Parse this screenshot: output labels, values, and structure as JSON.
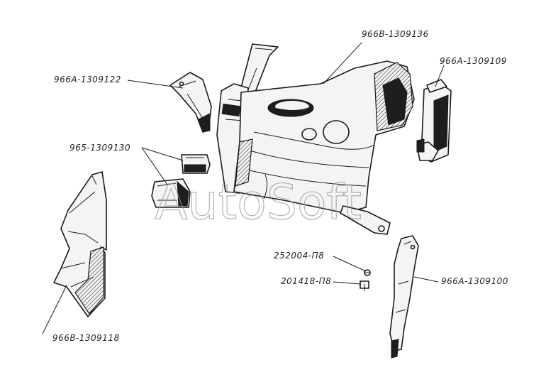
{
  "labels": {
    "panel_main": "966B-1309136",
    "bracket_left_top": "966A-1309122",
    "bracket_right_top": "966A-1309109",
    "bracket_pair": "965-1309130",
    "cover_left": "966B-1309118",
    "bolt": "252004-П8",
    "washer": "201418-П8",
    "strip_right": "966A-1309100"
  },
  "watermark": "AutoSoft"
}
